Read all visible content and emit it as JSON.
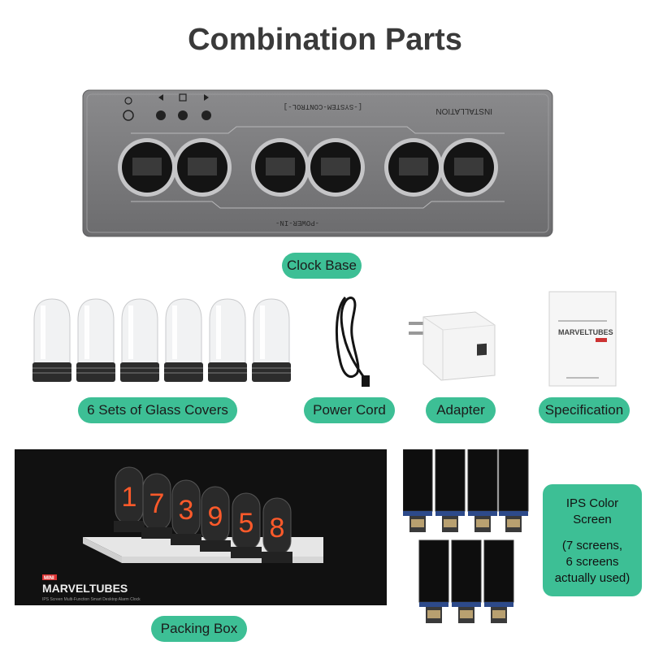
{
  "title": "Combination Parts",
  "labels": {
    "clock_base": "Clock Base",
    "glass_covers": "6 Sets of Glass Covers",
    "power_cord": "Power Cord",
    "adapter": "Adapter",
    "specification": "Specification",
    "packing_box": "Packing Box"
  },
  "ips": {
    "line1": "IPS Color",
    "line2": "Screen",
    "line3": "(7 screens,",
    "line4": "6 screens",
    "line5": "actually used)"
  },
  "base_engraving": {
    "system_control": "[-SYSTEM-CONTROL-]",
    "installation": "INSTALLATION",
    "power_in": "-POWER-IN-"
  },
  "box_brand": {
    "mini": "MINI",
    "brand": "MARVELTUBES",
    "tagline": "IPS Screen Multi-Function Smart Desktop Alarm Clock"
  },
  "box_digits": [
    "1",
    "7",
    "3",
    "9",
    "5",
    "8"
  ],
  "manual_brand": "MARVELTUBES",
  "colors": {
    "accent": "#3dbf95",
    "base_gray": "#7b7b7d",
    "box_black": "#111111",
    "digit_orange": "#ff5a2a"
  }
}
